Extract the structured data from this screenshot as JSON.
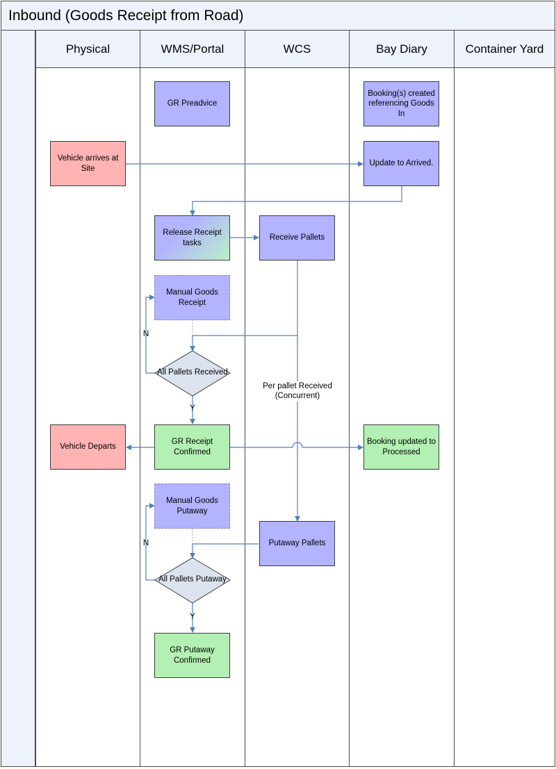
{
  "title": "Inbound (Goods Receipt from Road)",
  "lanes": [
    "Physical",
    "WMS/Portal",
    "WCS",
    "Bay Diary",
    "Container Yard"
  ],
  "nodes": {
    "gr_preadvice": "GR Preadvice",
    "bookings_created": "Booking(s) created referencing Goods In",
    "vehicle_arrives": "Vehicle arrives at Site",
    "update_arrived": "Update to Arrived.",
    "release_receipt": "Release Receipt tasks",
    "receive_pallets": "Receive Pallets",
    "manual_goods_receipt": "Manual Goods Receipt",
    "all_pallets_received": "All Pallets Received",
    "vehicle_departs": "Vehicle Departs",
    "gr_receipt_confirmed": "GR Receipt Confirmed",
    "booking_processed": "Booking updated to Processed",
    "manual_goods_putaway": "Manual Goods Putaway",
    "putaway_pallets": "Putaway Pallets",
    "all_pallets_putaway": "All Pallets Putaway",
    "gr_putaway_confirmed": "GR Putaway Confirmed"
  },
  "edge_labels": {
    "no_1": "N",
    "yes_1": "Y",
    "no_2": "N",
    "yes_2": "Y",
    "per_pallet": "Per pallet Received (Concurrent)"
  },
  "colors": {
    "header_fill": "#eef2fb",
    "process_purple": "#b3b3ff",
    "physical_red": "#ffb3b3",
    "confirmed_green": "#b3f0b3",
    "connector_blue": "#4f81bd",
    "decision_fill": "#dde3ee"
  }
}
